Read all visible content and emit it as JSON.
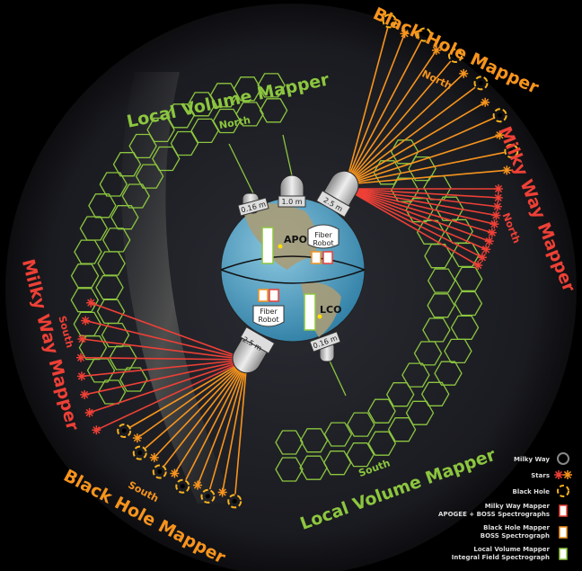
{
  "colors": {
    "lvm": "#8cc63f",
    "bhm": "#f7941d",
    "mwm": "#ee4036",
    "sky": "#1b1d22",
    "globe": "#5fa8c8"
  },
  "surveys": {
    "lvm_north": {
      "title": "Local Volume Mapper",
      "sub": "North"
    },
    "bhm_north": {
      "title": "Black Hole Mapper",
      "sub": "North"
    },
    "mwm_north": {
      "title": "Milky Way Mapper",
      "sub": "North"
    },
    "mwm_south": {
      "title": "Milky Way Mapper",
      "sub": "South"
    },
    "bhm_south": {
      "title": "Black Hole Mapper",
      "sub": "South"
    },
    "lvm_south": {
      "title": "Local Volume Mapper",
      "sub": "South"
    }
  },
  "telescopes": {
    "apo_small": "0.16 m",
    "apo_1m": "1.0 m",
    "apo_big": "2.5 m",
    "lco_big": "2.5 m",
    "lco_small": "0.16 m"
  },
  "sites": {
    "apo": "APO",
    "lco": "LCO",
    "robot_line1": "Fiber",
    "robot_line2": "Robot"
  },
  "legend": [
    {
      "line1": "Milky Way",
      "line2": "",
      "icon": "milky-way"
    },
    {
      "line1": "Stars",
      "line2": "",
      "icon": "stars"
    },
    {
      "line1": "Black Hole",
      "line2": "",
      "icon": "black-hole"
    },
    {
      "line1": "Milky Way Mapper",
      "line2": "APOGEE + BOSS Spectrographs",
      "icon": "spectrograph-red"
    },
    {
      "line1": "Black Hole Mapper",
      "line2": "BOSS Spectrograph",
      "icon": "spectrograph-orange"
    },
    {
      "line1": "Local Volume Mapper",
      "line2": "Integral Field Spectrograph",
      "icon": "spectrograph-green"
    }
  ]
}
